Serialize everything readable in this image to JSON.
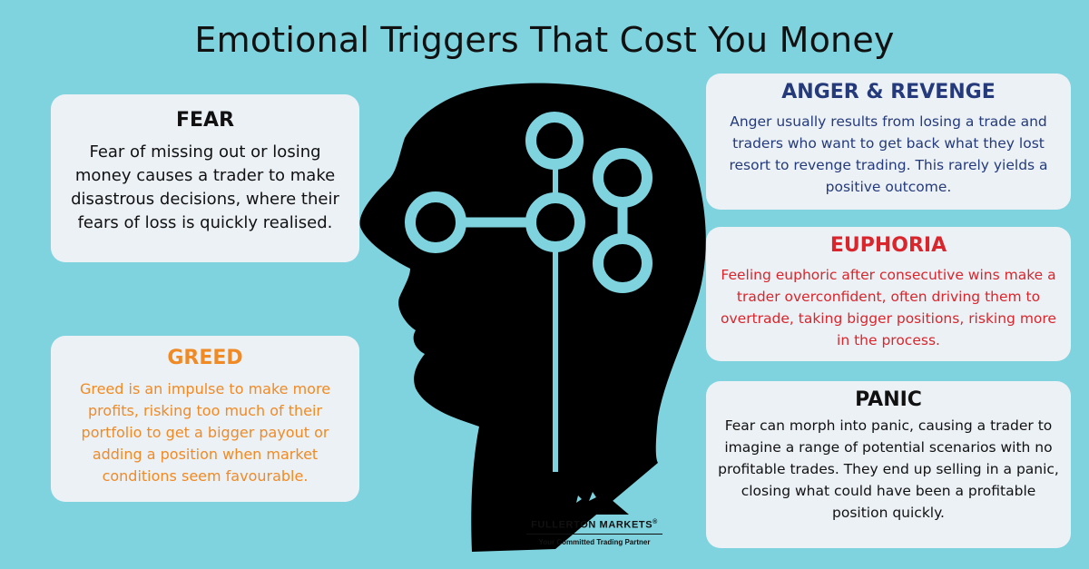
{
  "title": "Emotional Triggers That Cost You Money",
  "cards": {
    "fear": {
      "heading": "FEAR",
      "body": "Fear of missing out or losing money causes a trader to make disastrous decisions, where their fears of loss is quickly realised."
    },
    "greed": {
      "heading": "GREED",
      "body": "Greed is an impulse to make more profits, risking too much of their portfolio to get a bigger payout or adding a position when market conditions seem favourable."
    },
    "anger": {
      "heading": "ANGER & REVENGE",
      "body": "Anger usually results from losing a trade and traders who want to get back what they lost resort to revenge trading. This rarely yields a positive outcome."
    },
    "euphoria": {
      "heading": "EUPHORIA",
      "body": "Feeling euphoric after consecutive wins make a trader overconfident, often driving them to overtrade, taking bigger positions, risking more in the process."
    },
    "panic": {
      "heading": "PANIC",
      "body": "Fear can morph into panic, causing a trader to imagine a range of potential scenarios with no profitable trades. They end up selling in a panic, closing what could have been a profitable position quickly."
    }
  },
  "logo": {
    "name": "FULLERTON MARKETS",
    "registered_mark": "®",
    "tagline": "Your Committed Trading Partner"
  },
  "colors": {
    "background": "#7fd3de",
    "card": "#ecf1f6",
    "anger": "#243a7a",
    "euphoria": "#d8262c",
    "greed": "#f08a24",
    "head": "#000000"
  },
  "icons": {
    "head": "head-silhouette-with-circuit",
    "logo": "mountain-logo-icon"
  }
}
